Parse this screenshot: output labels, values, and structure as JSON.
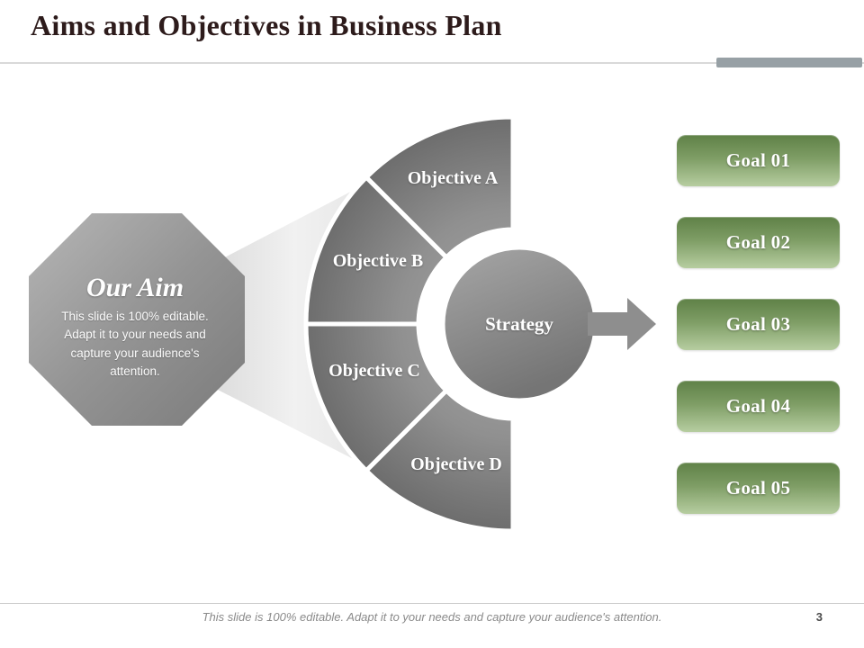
{
  "slide": {
    "title": "Aims and Objectives in Business Plan",
    "footer_note": "This slide is 100% editable. Adapt it to your needs and capture your audience's attention.",
    "page_number": "3"
  },
  "diagram": {
    "aim": {
      "title": "Our Aim",
      "description": "This slide is 100% editable. Adapt it to your needs and capture your audience's attention."
    },
    "objectives": [
      {
        "label": "Objective A"
      },
      {
        "label": "Objective B"
      },
      {
        "label": "Objective C"
      },
      {
        "label": "Objective D"
      }
    ],
    "strategy_label": "Strategy",
    "goals": [
      {
        "label": "Goal 01"
      },
      {
        "label": "Goal 02"
      },
      {
        "label": "Goal 03"
      },
      {
        "label": "Goal 04"
      },
      {
        "label": "Goal 05"
      }
    ],
    "icons": {
      "arrow": "right-arrow-icon"
    },
    "colors": {
      "title_text": "#2d1b1b",
      "goal_green_dark": "#5f8147",
      "goal_green_light": "#b6cda0",
      "shape_gray_dark": "#6d6d6d",
      "shape_gray_light": "#f0f0f0",
      "accent_bar_gray": "#97a0a5"
    }
  }
}
